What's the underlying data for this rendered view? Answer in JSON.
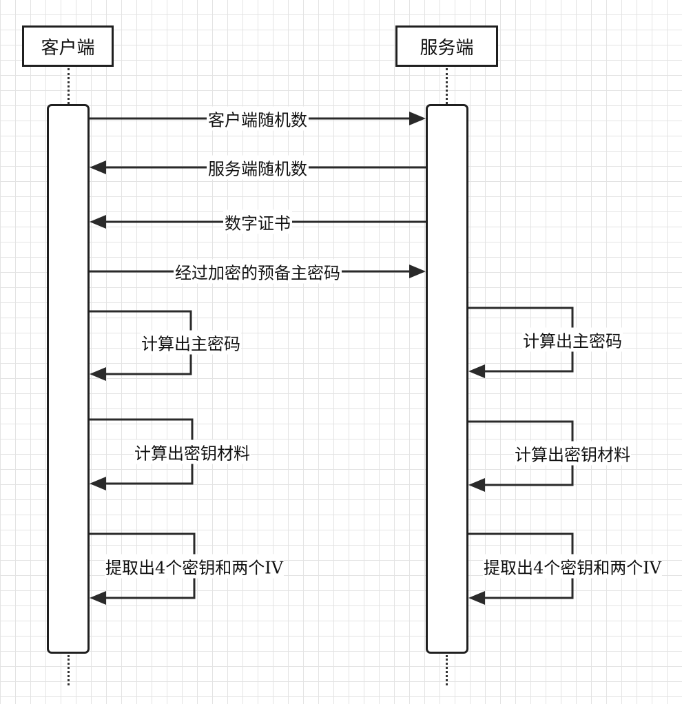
{
  "participants": {
    "client": "客户端",
    "server": "服务端"
  },
  "messages": [
    {
      "label": "客户端随机数"
    },
    {
      "label": "服务端随机数"
    },
    {
      "label": "数字证书"
    },
    {
      "label": "经过加密的预备主密码"
    }
  ],
  "client_self": [
    {
      "label": "计算出主密码"
    },
    {
      "label": "计算出密钥材料"
    },
    {
      "label": "提取出4个密钥和两个IV"
    }
  ],
  "server_self": [
    {
      "label": "计算出主密码"
    },
    {
      "label": "计算出密钥材料"
    },
    {
      "label": "提取出4个密钥和两个IV"
    }
  ]
}
